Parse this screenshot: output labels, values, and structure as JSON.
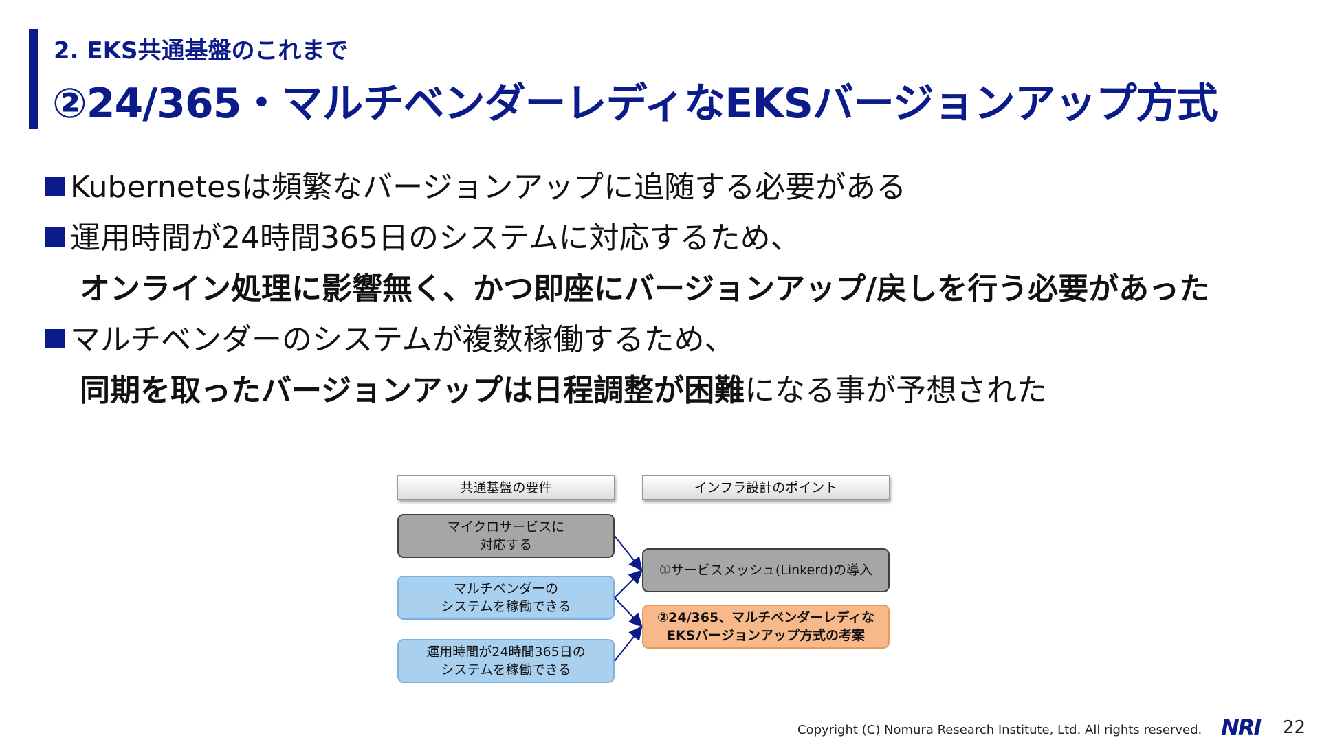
{
  "header": {
    "section": "2. EKS共通基盤のこれまで",
    "title": "②24/365・マルチベンダーレディなEKSバージョンアップ方式"
  },
  "bullets": {
    "b1": "Kubernetesは頻繁なバージョンアップに追随する必要がある",
    "b2": "運用時間が24時間365日のシステムに対応するため、",
    "b2_sub": "オンライン処理に影響無く、かつ即座にバージョンアップ/戻しを行う必要があった",
    "b3": "マルチベンダーのシステムが複数稼働するため、",
    "b3_sub_bold": "同期を取ったバージョンアップは日程調整が困難",
    "b3_sub_rest": "になる事が予想された"
  },
  "diagram": {
    "left_header": "共通基盤の要件",
    "right_header": "インフラ設計のポイント",
    "req1_line1": "マイクロサービスに",
    "req1_line2": "対応する",
    "req2_line1": "マルチベンダーの",
    "req2_line2": "システムを稼働できる",
    "req3_line1": "運用時間が24時間365日の",
    "req3_line2": "システムを稼働できる",
    "pt1": "①サービスメッシュ(Linkerd)の導入",
    "pt2_line1": "②24/365、マルチベンダーレディな",
    "pt2_line2": "EKSバージョンアップ方式の考案",
    "colors": {
      "gray": "#a6a6a6",
      "blue": "#a9d0ef",
      "orange": "#f8b98a",
      "arrow": "#0b1b8a"
    }
  },
  "footer": {
    "copyright": "Copyright (C)  Nomura Research Institute, Ltd. All rights reserved.",
    "logo": "NRI",
    "page": "22"
  }
}
